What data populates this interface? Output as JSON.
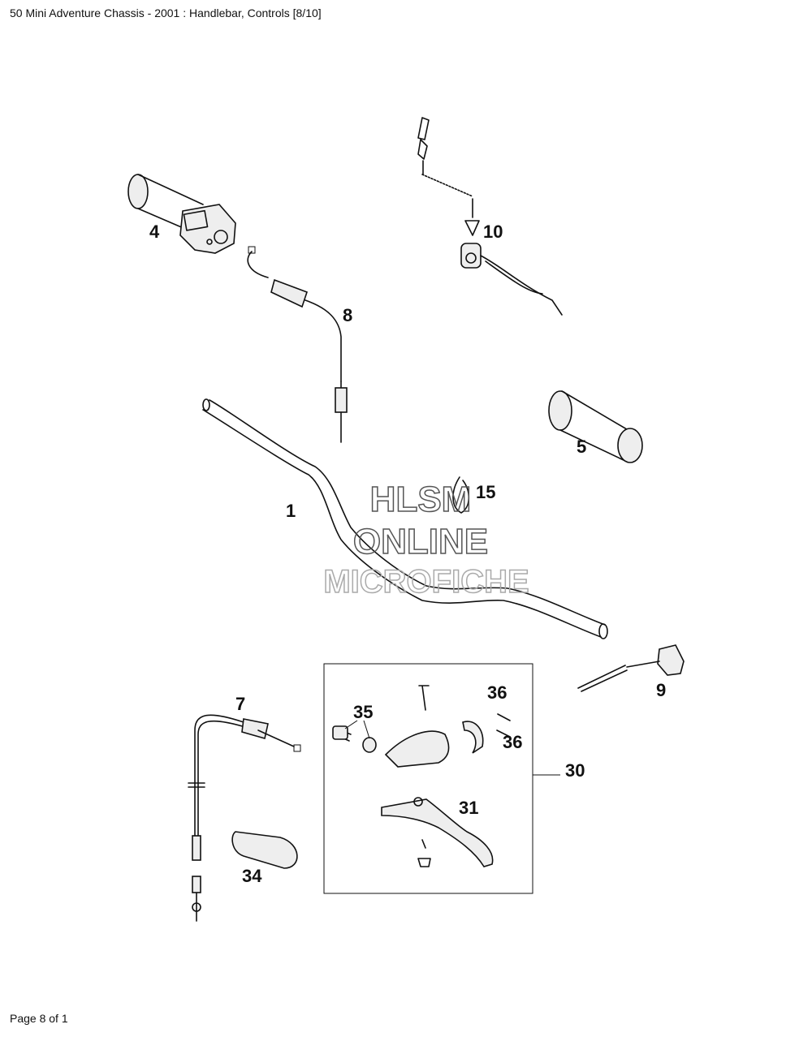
{
  "header": {
    "title": "50 Mini Adventure Chassis - 2001 : Handlebar, Controls [8/10]"
  },
  "footer": {
    "page": "Page 8 of 1"
  },
  "watermark": {
    "line1": "HLSM",
    "line2": "ONLINE",
    "line3": "MICROFICHE"
  },
  "callouts": {
    "c1": "1",
    "c4": "4",
    "c5": "5",
    "c7": "7",
    "c8": "8",
    "c9": "9",
    "c10": "10",
    "c15": "15",
    "c30": "30",
    "c31": "31",
    "c34": "34",
    "c35": "35",
    "c36a": "36",
    "c36b": "36"
  },
  "colors": {
    "line": "#111111",
    "watermark": "#555555",
    "watermark_light": "#aaaaaa"
  }
}
